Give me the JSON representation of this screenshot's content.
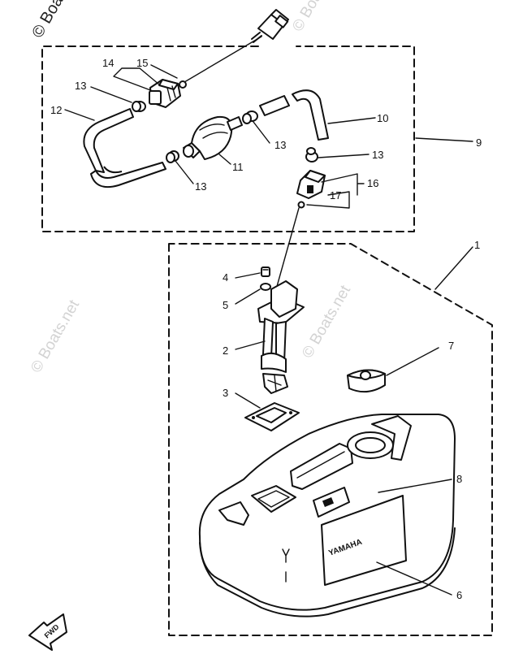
{
  "watermarks": {
    "corner": "© Boats.net",
    "mid_left": "© Boats.net",
    "mid_center": "© Boats.net",
    "top_right": "© Boats.net"
  },
  "callouts": {
    "p1": "1",
    "p2": "2",
    "p3": "3",
    "p4": "4",
    "p5": "5",
    "p6": "6",
    "p7": "7",
    "p8": "8",
    "p9": "9",
    "p10": "10",
    "p11": "11",
    "p12": "12",
    "p13a": "13",
    "p13b": "13",
    "p13c": "13",
    "p13d": "13",
    "p14": "14",
    "p15": "15",
    "p16": "16",
    "p17": "17"
  },
  "tank_brand": "YAMAHA",
  "direction_badge": "FWD"
}
